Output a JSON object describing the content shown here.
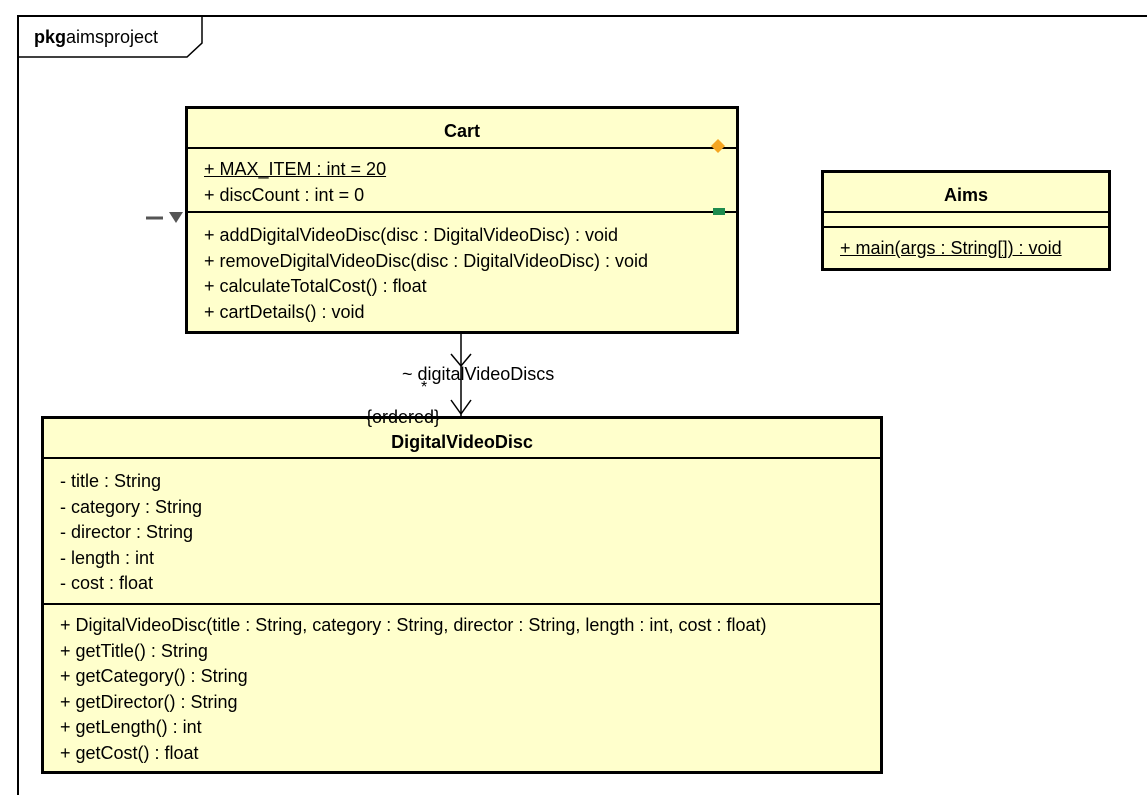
{
  "package": {
    "keyword": "pkg",
    "name": "aimsproject"
  },
  "classes": {
    "cart": {
      "name": "Cart",
      "attributes": [
        {
          "text": "+ MAX_ITEM : int = 20",
          "static": true
        },
        {
          "text": "+ discCount : int = 0",
          "static": false
        }
      ],
      "operations": [
        {
          "text": "+ addDigitalVideoDisc(disc : DigitalVideoDisc) : void",
          "static": false
        },
        {
          "text": "+ removeDigitalVideoDisc(disc : DigitalVideoDisc) : void",
          "static": false
        },
        {
          "text": "+ calculateTotalCost() : float",
          "static": false
        },
        {
          "text": "+ cartDetails() : void",
          "static": false
        }
      ]
    },
    "aims": {
      "name": "Aims",
      "attributes": [],
      "operations": [
        {
          "text": "+ main(args : String[]) : void",
          "static": true
        }
      ]
    },
    "dvd": {
      "name": "DigitalVideoDisc",
      "attributes": [
        {
          "text": "- title : String",
          "static": false
        },
        {
          "text": "- category : String",
          "static": false
        },
        {
          "text": "- director : String",
          "static": false
        },
        {
          "text": "- length : int",
          "static": false
        },
        {
          "text": "- cost : float",
          "static": false
        }
      ],
      "operations": [
        {
          "text": "+ DigitalVideoDisc(title : String, category : String, director : String, length : int, cost : float)",
          "static": false
        },
        {
          "text": "+ getTitle() : String",
          "static": false
        },
        {
          "text": "+ getCategory() : String",
          "static": false
        },
        {
          "text": "+ getDirector() : String",
          "static": false
        },
        {
          "text": "+ getLength() : int",
          "static": false
        },
        {
          "text": "+ getCost() : float",
          "static": false
        }
      ]
    }
  },
  "association": {
    "role": "~ digitalVideoDiscs",
    "multiplicity": "*",
    "constraint": "{ordered}"
  },
  "colors": {
    "class_fill": "#FFFFCC",
    "marker_orange": "#F5A623",
    "marker_green": "#1E8C4E",
    "marker_gray": "#555555"
  }
}
